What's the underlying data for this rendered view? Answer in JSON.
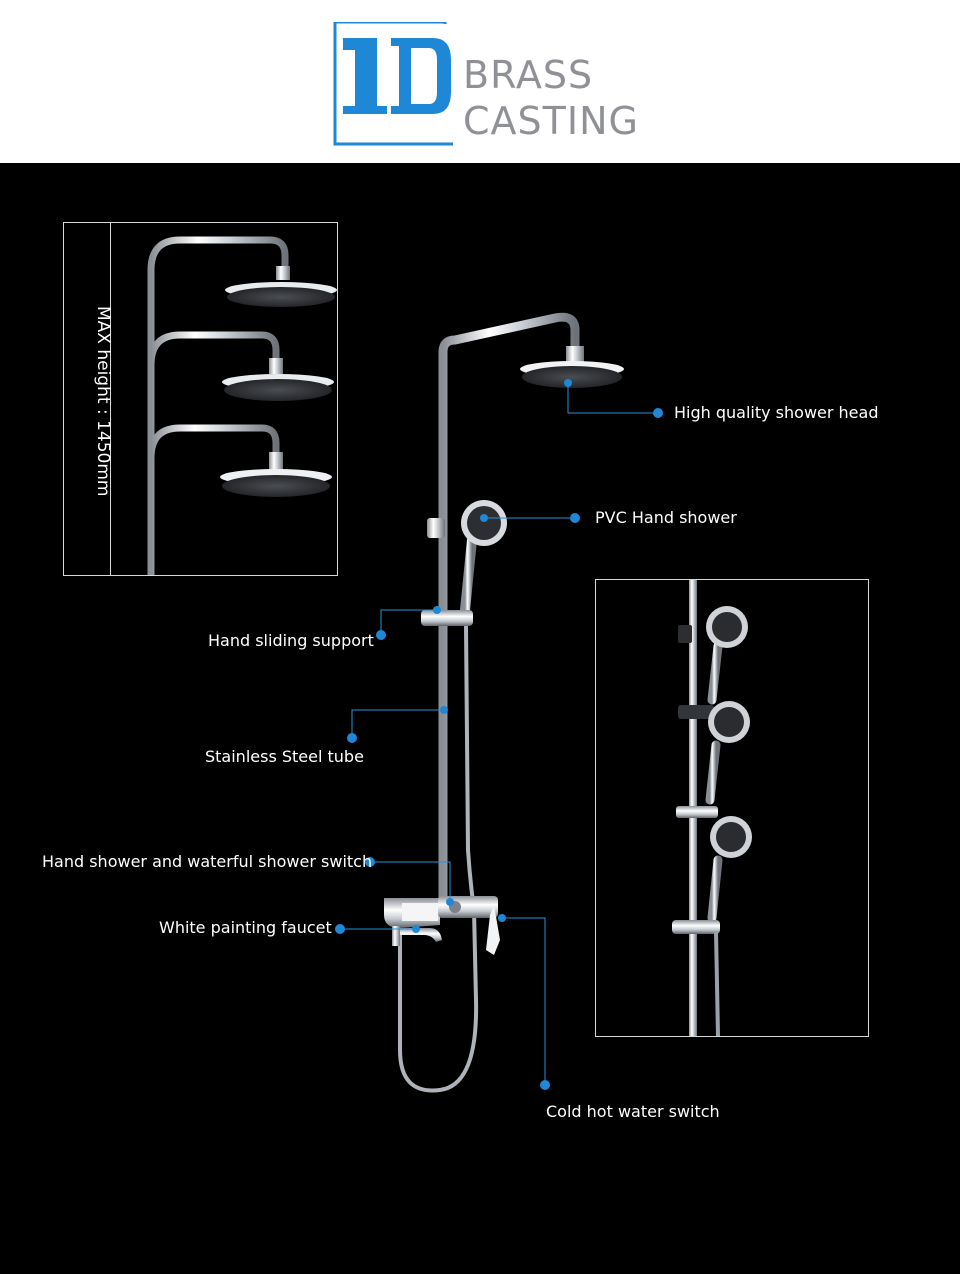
{
  "brand": {
    "logo_mark": "1D",
    "line1": "BRASS",
    "line2": "CASTING",
    "accent_color": "#1e88d6",
    "text_color": "#8f9196"
  },
  "left_panel": {
    "max_height_label": "MAX height : 1450mm"
  },
  "callouts": {
    "shower_head": "High quality shower head",
    "hand_shower": "PVC Hand shower",
    "sliding_support": "Hand sliding support",
    "steel_tube": "Stainless Steel tube",
    "switch": "Hand shower and waterful shower switch",
    "faucet": "White painting faucet",
    "cold_hot_switch": "Cold hot water switch"
  },
  "colors": {
    "background": "#000000",
    "callout_dot": "#1e88d6",
    "callout_line": "#2b8fd9",
    "chrome": "#d9dde3"
  },
  "icons": {
    "logo": "brand-logo-icon",
    "shower_head": "rain-shower-head-icon",
    "hand_shower": "hand-shower-icon",
    "mixer": "mixer-valve-icon"
  }
}
